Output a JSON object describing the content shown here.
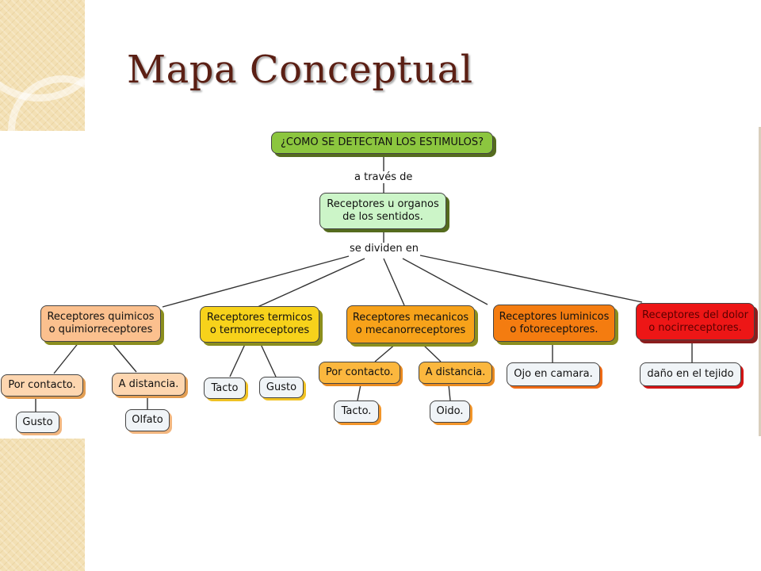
{
  "title": "Mapa Conceptual",
  "map": {
    "root": "¿COMO SE DETECTAN LOS ESTIMULOS?",
    "link_through": "a través de",
    "center": "Receptores u organos de los sentidos.",
    "link_divide": "se dividen en",
    "categories": [
      "Receptores quimicos o quimiorreceptores",
      "Receptores termicos o termorreceptores",
      "Receptores mecanicos o mecanorreceptores",
      "Receptores luminicos o fotoreceptores.",
      "Receptores del dolor o nocirreceptores."
    ],
    "quimicos": {
      "contact": "Por contacto.",
      "contact_leaf": "Gusto",
      "distance": "A distancia.",
      "distance_leaf": "Olfato"
    },
    "termicos": {
      "a": "Tacto",
      "b": "Gusto"
    },
    "mecanicos": {
      "contact": "Por contacto.",
      "contact_leaf": "Tacto.",
      "distance": "A distancia.",
      "distance_leaf": "Oido."
    },
    "luminicos": {
      "leaf": "Ojo en camara."
    },
    "dolor": {
      "leaf": "daño en el tejido"
    }
  },
  "colors": {
    "title": "#5b1f14",
    "root": "#8cc63f",
    "center": "#ccf5c8",
    "quimicos": "#fbc08e",
    "termicos": "#f7d21b",
    "mecanicos": "#f7a21a",
    "luminicos": "#f47c10",
    "dolor": "#ed1616"
  }
}
